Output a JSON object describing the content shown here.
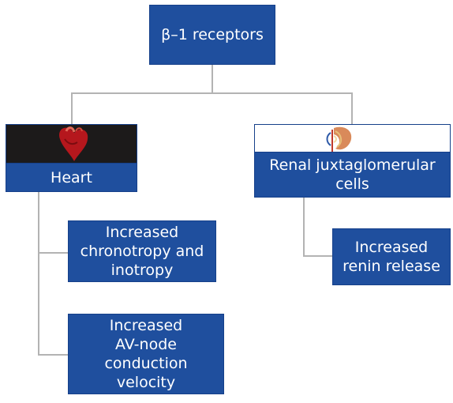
{
  "diagram": {
    "root": {
      "label": "β–1 receptors"
    },
    "heart": {
      "label": "Heart",
      "image": "heart-illustration"
    },
    "renal": {
      "label_line1": "Renal juxtaglomerular",
      "label_line2": "cells",
      "image": "kidney-illustration"
    },
    "heart_effects": [
      {
        "lines": [
          "Increased",
          "chronotropy and",
          "inotropy"
        ]
      },
      {
        "lines": [
          "Increased",
          "AV-node",
          "conduction",
          "velocity"
        ]
      }
    ],
    "renal_effects": [
      {
        "lines": [
          "Increased",
          "renin release"
        ]
      }
    ],
    "colors": {
      "box_fill": "#1f4f9e",
      "box_text": "#ffffff",
      "connector": "#b3b3b3"
    }
  }
}
